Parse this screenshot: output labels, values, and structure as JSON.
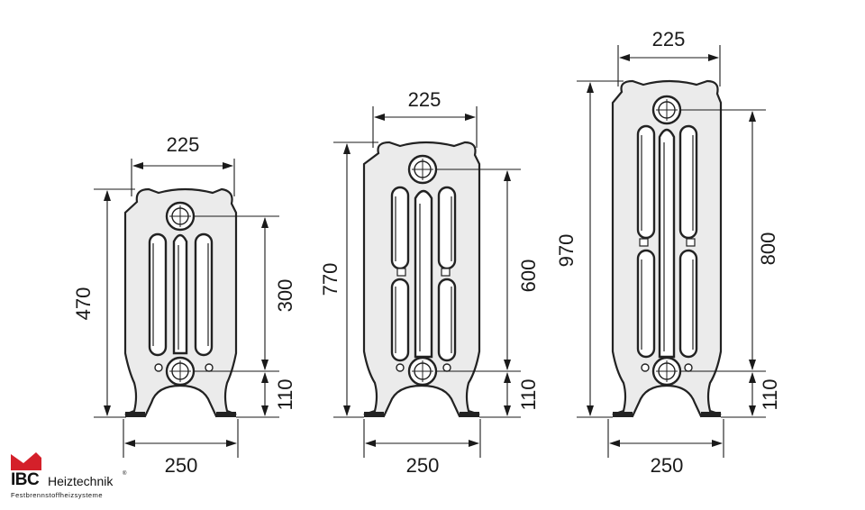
{
  "colors": {
    "logo_accent": "#d4202a",
    "line": "#1a1a1a",
    "radiator_fill": "#ebebeb"
  },
  "radiators": [
    {
      "width_top": "225",
      "total_height": "470",
      "connection_center": "300",
      "bottom_offset": "110",
      "depth": "250"
    },
    {
      "width_top": "225",
      "total_height": "770",
      "connection_center": "600",
      "bottom_offset": "110",
      "depth": "250"
    },
    {
      "width_top": "225",
      "total_height": "970",
      "connection_center": "800",
      "bottom_offset": "110",
      "depth": "250"
    }
  ],
  "logo": {
    "brand": "IBC",
    "name": "Heiztechnik",
    "registered": "®",
    "tagline": "Festbrennstoffheizsysteme",
    "icon": "ibc-roof-icon"
  }
}
